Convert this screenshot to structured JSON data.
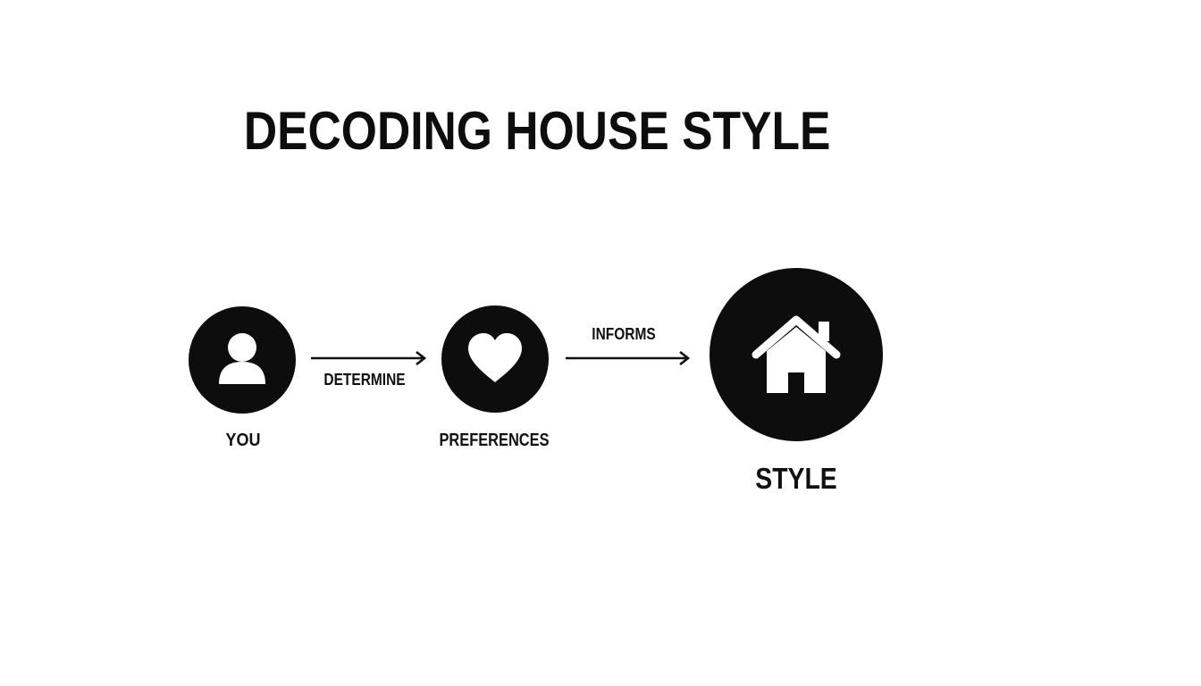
{
  "title": "DECODING HOUSE STYLE",
  "colors": {
    "node_fill": "#0d0d0d",
    "icon": "#ffffff",
    "text": "#111111",
    "background": "#ffffff"
  },
  "nodes": [
    {
      "label": "YOU",
      "icon": "person-icon"
    },
    {
      "label": "PREFERENCES",
      "icon": "heart-icon"
    },
    {
      "label": "STYLE",
      "icon": "house-icon"
    }
  ],
  "edges": [
    {
      "from": "YOU",
      "to": "PREFERENCES",
      "label": "DETERMINE"
    },
    {
      "from": "PREFERENCES",
      "to": "STYLE",
      "label": "INFORMS"
    }
  ]
}
